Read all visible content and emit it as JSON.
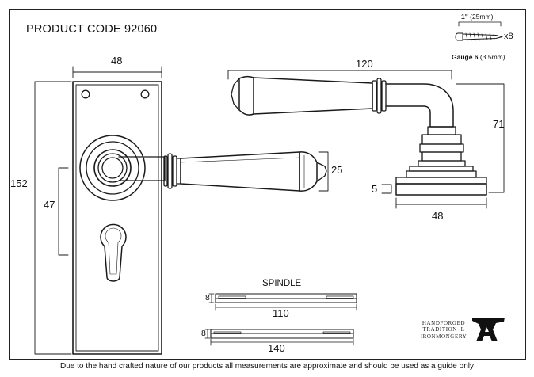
{
  "product_code": "PRODUCT CODE  92060",
  "screw": {
    "length_label": "1\"",
    "length_metric": "(25mm)",
    "quantity": "x8",
    "gauge_label": "Gauge 6",
    "gauge_metric": "(3.5mm)"
  },
  "plate": {
    "width": "48",
    "height": "152",
    "keyhole_offset": "47"
  },
  "lever": {
    "diameter": "25"
  },
  "side_view": {
    "length": "120",
    "height": "71",
    "rose_thickness": "5",
    "rose_width": "48"
  },
  "spindle": {
    "title": "SPINDLE",
    "size": "8",
    "length_short": "110",
    "length_long": "140"
  },
  "brand": {
    "line1": "HANDFORGED",
    "line2": "TRADITION",
    "line3": "IRONMONGERY",
    "divider": "L"
  },
  "footer": "Due to the hand crafted nature of our products all measurements are approximate and should be used as a guide only"
}
